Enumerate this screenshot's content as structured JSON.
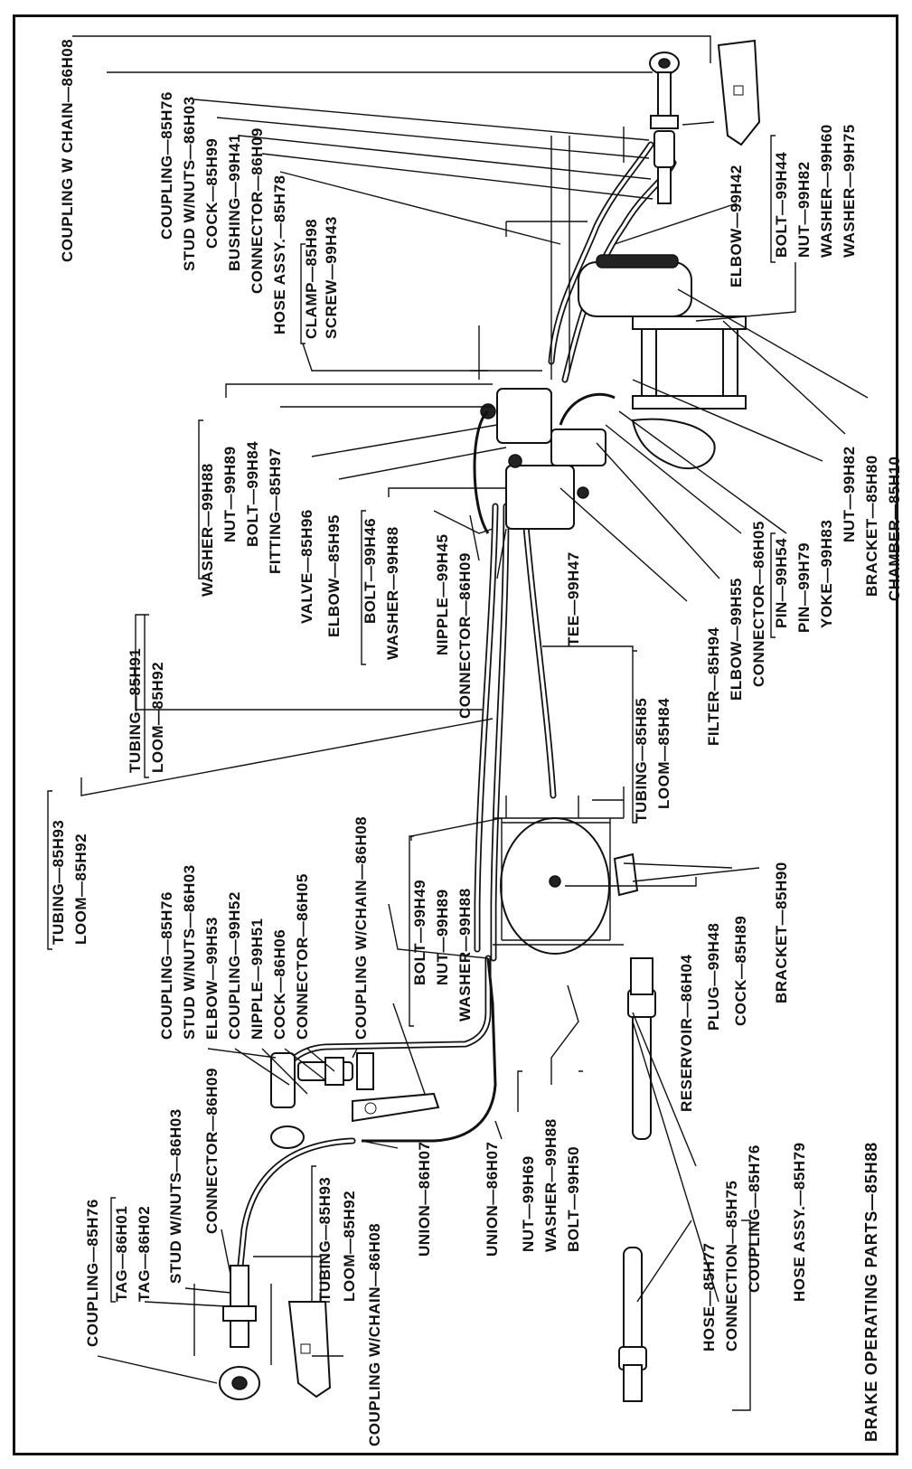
{
  "title": "BRAKE OPERATING PARTS—85H88",
  "labels": {
    "l01": "COUPLING W CHAIN—86H08",
    "l02": "COUPLING—85H76",
    "l03": "STUD W/NUTS—86H03",
    "l04": "COCK—85H99",
    "l05": "BUSHING—99H41",
    "l06": "CONNECTOR—86H09",
    "l07": "HOSE ASSY.—85H78",
    "l08": "CLAMP—85H98",
    "l09": "SCREW—99H43",
    "l10": "ELBOW—99H42",
    "l11": "BOLT—99H44",
    "l12": "NUT—99H82",
    "l13": "WASHER—99H60",
    "l14": "WASHER—99H75",
    "l15": "WASHER—99H88",
    "l16": "NUT—99H89",
    "l17": "BOLT—99H84",
    "l18": "FITTING—85H97",
    "l19": "VALVE—85H96",
    "l20": "ELBOW—85H95",
    "l21": "BOLT—99H46",
    "l22": "WASHER—99H88",
    "l23": "NIPPLE—99H45",
    "l24": "CONNECTOR—86H09",
    "l25": "TEE—99H47",
    "l26": "FILTER—85H94",
    "l27": "ELBOW—99H55",
    "l28": "CONNECTOR—86H05",
    "l29": "PIN—99H54",
    "l30": "PIN—99H79",
    "l31": "YOKE—99H83",
    "l32": "NUT—99H82",
    "l33": "BRACKET—85H80",
    "l34": "CHAMBER—85H10",
    "l35": "TUBING—85H91",
    "l36": "LOOM—85H92",
    "l37": "TUBING—85H85",
    "l38": "LOOM—85H84",
    "l39": "TUBING—85H93",
    "l40": "LOOM—85H92",
    "l41": "COUPLING—85H76",
    "l42": "STUD W/NUTS—86H03",
    "l43": "ELBOW—99H53",
    "l44": "COUPLING—99H52",
    "l45": "NIPPLE—99H51",
    "l46": "COCK—86H06",
    "l47": "CONNECTOR—86H05",
    "l48": "COUPLING W/CHAIN—86H08",
    "l49": "BOLT—99H49",
    "l50": "NUT—99H89",
    "l51": "WASHER—99H88",
    "l52": "RESERVOIR—86H04",
    "l53": "PLUG—99H48",
    "l54": "COCK—85H89",
    "l55": "BRACKET—85H90",
    "l56": "STUD W/NUTS—86H03",
    "l57": "CONNECTOR—86H09",
    "l58": "TAG—86H01",
    "l59": "TAG—86H02",
    "l60": "COUPLING—85H76",
    "l61": "TUBING—85H93",
    "l62": "LOOM—85H92",
    "l63": "COUPLING W/CHAIN—86H08",
    "l64": "UNION—86H07",
    "l65": "UNION—86H07",
    "l66": "NUT—99H69",
    "l67": "WASHER—99H88",
    "l68": "BOLT—99H50",
    "l69": "HOSE—85H77",
    "l70": "CONNECTION—85H75",
    "l71": "COUPLING—85H76",
    "l72": "HOSE ASSY.—85H79"
  }
}
